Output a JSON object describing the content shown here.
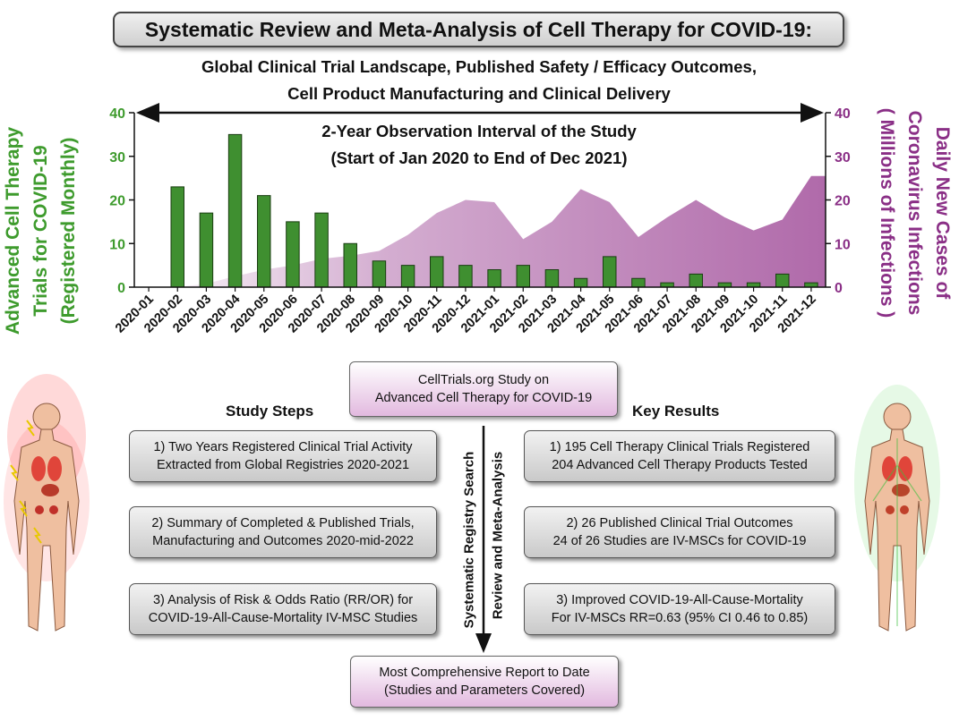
{
  "header": {
    "title": "Systematic Review and Meta-Analysis of Cell Therapy for COVID-19:",
    "subtitle_line1": "Global Clinical Trial Landscape, Published Safety / Efficacy Outcomes,",
    "subtitle_line2": "Cell Product Manufacturing and Clinical Delivery"
  },
  "colors": {
    "bar_green": "#3f8f30",
    "left_axis_green": "#3e9b2d",
    "right_axis_purple": "#8a2f86",
    "area_purple": "#b06aaa",
    "pink_box": "#e2b9df"
  },
  "chart_data": {
    "type": "bar",
    "categories": [
      "2020-01",
      "2020-02",
      "2020-03",
      "2020-04",
      "2020-05",
      "2020-06",
      "2020-07",
      "2020-08",
      "2020-09",
      "2020-10",
      "2020-11",
      "2020-12",
      "2021-01",
      "2021-02",
      "2021-03",
      "2021-04",
      "2021-05",
      "2021-06",
      "2021-07",
      "2021-08",
      "2021-09",
      "2021-10",
      "2021-11",
      "2021-12"
    ],
    "series": [
      {
        "name": "Advanced Cell Therapy Trials for COVID-19 (Registered Monthly)",
        "type": "bar",
        "axis": "left",
        "values": [
          0,
          23,
          17,
          35,
          21,
          15,
          17,
          10,
          6,
          5,
          7,
          5,
          4,
          5,
          4,
          2,
          7,
          2,
          1,
          3,
          1,
          1,
          3,
          1
        ]
      },
      {
        "name": "Daily New Cases of Coronavirus Infections ( Millions of Infections )",
        "type": "area",
        "axis": "right",
        "values": [
          0,
          0,
          0.8,
          2.5,
          4,
          5,
          6.5,
          7.2,
          8.3,
          12,
          17,
          20,
          19.5,
          11,
          15,
          22.5,
          19.5,
          11.5,
          16,
          20,
          16,
          13,
          15.5,
          25.5
        ]
      }
    ],
    "ylabel_left_line1": "Advanced Cell Therapy",
    "ylabel_left_line2": "Trials for COVID-19",
    "ylabel_left_line3": "(Registered Monthly)",
    "ylabel_right_line1": "Daily New Cases of",
    "ylabel_right_line2": "Coronavirus Infections",
    "ylabel_right_line3": "( Millions of Infections )",
    "ylim_left": [
      0,
      40
    ],
    "ylim_right": [
      0,
      40
    ],
    "yticks_left": [
      0,
      10,
      20,
      30,
      40
    ],
    "yticks_right": [
      0,
      10,
      20,
      30,
      40
    ],
    "annotation_line1": "2-Year Observation Interval of the Study",
    "annotation_line2": "(Start of Jan 2020 to End of Dec 2021)"
  },
  "study": {
    "center_top_line1": "CellTrials.org Study on",
    "center_top_line2": "Advanced Cell Therapy for COVID-19",
    "steps_heading": "Study Steps",
    "results_heading": "Key Results",
    "steps": [
      {
        "line1": "1) Two Years Registered Clinical Trial Activity",
        "line2": "Extracted from Global Registries 2020-2021"
      },
      {
        "line1": "2) Summary of Completed & Published Trials,",
        "line2": "Manufacturing and Outcomes 2020-mid-2022"
      },
      {
        "line1": "3) Analysis of Risk & Odds Ratio (RR/OR) for",
        "line2": "COVID-19-All-Cause-Mortality IV-MSC Studies"
      }
    ],
    "results": [
      {
        "line1": "1) 195 Cell Therapy Clinical Trials Registered",
        "line2": "204 Advanced Cell Therapy Products Tested"
      },
      {
        "line1": "2) 26 Published Clinical Trial Outcomes",
        "line2": "24 of 26 Studies are IV-MSCs for COVID-19"
      },
      {
        "line1": "3) Improved COVID-19-All-Cause-Mortality",
        "line2": "For IV-MSCs RR=0.63 (95% CI 0.46 to 0.85)"
      }
    ],
    "flow_label_left": "Systematic Registry Search",
    "flow_label_right": "Review and Meta-Analysis",
    "bottom_line1": "Most Comprehensive Report to Date",
    "bottom_line2": "(Studies and Parameters Covered)"
  }
}
